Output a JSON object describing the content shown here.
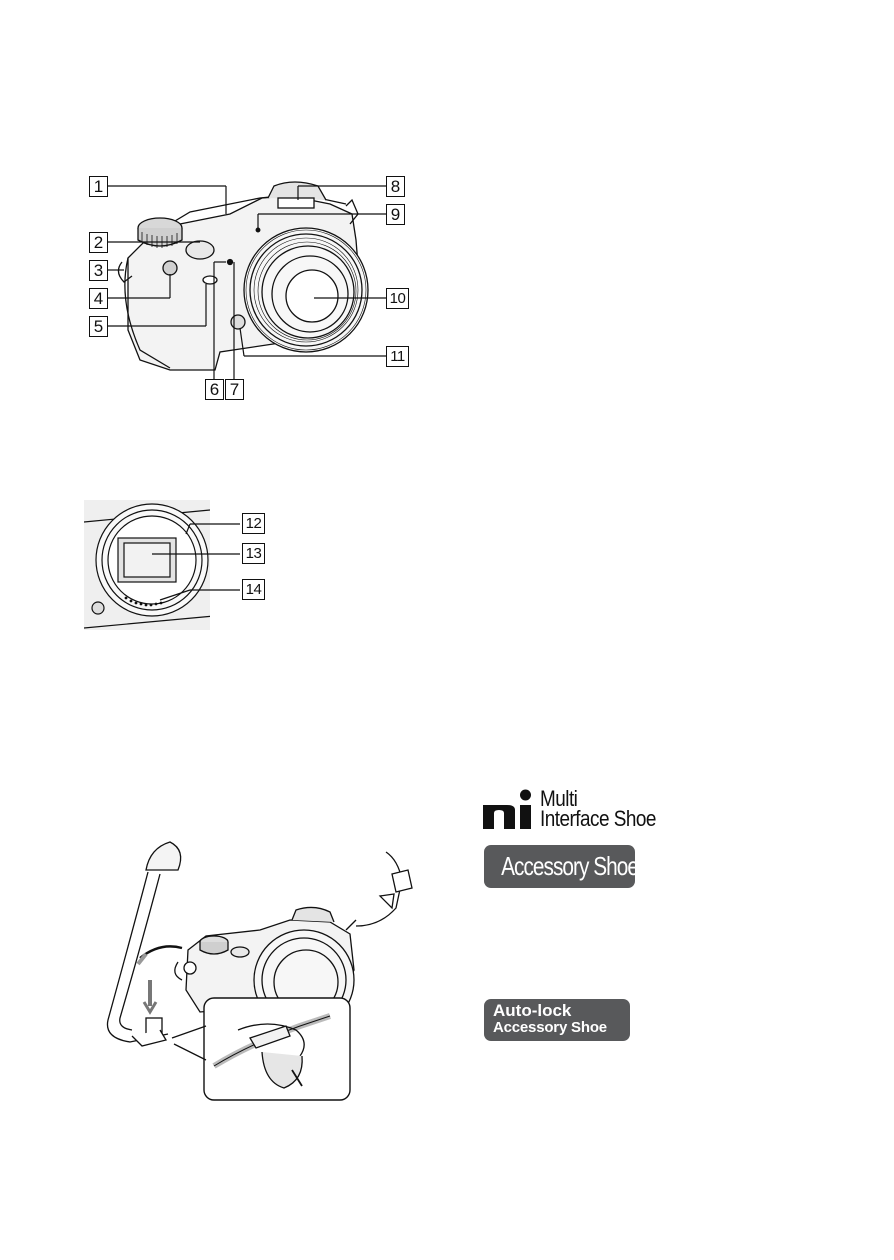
{
  "figure1": {
    "callouts": [
      "1",
      "2",
      "3",
      "4",
      "5",
      "6",
      "7",
      "8",
      "9",
      "10",
      "11"
    ]
  },
  "figure2": {
    "callouts": [
      "12",
      "13",
      "14"
    ]
  },
  "logos": {
    "multi_interface_line1": "Multi",
    "multi_interface_line2": "Interface Shoe",
    "accessory_shoe": "Accessory Shoe",
    "auto_lock_line1": "Auto-lock",
    "auto_lock_line2": "Accessory Shoe"
  },
  "colors": {
    "badge_gray": "#58595b",
    "line": "#111111"
  }
}
